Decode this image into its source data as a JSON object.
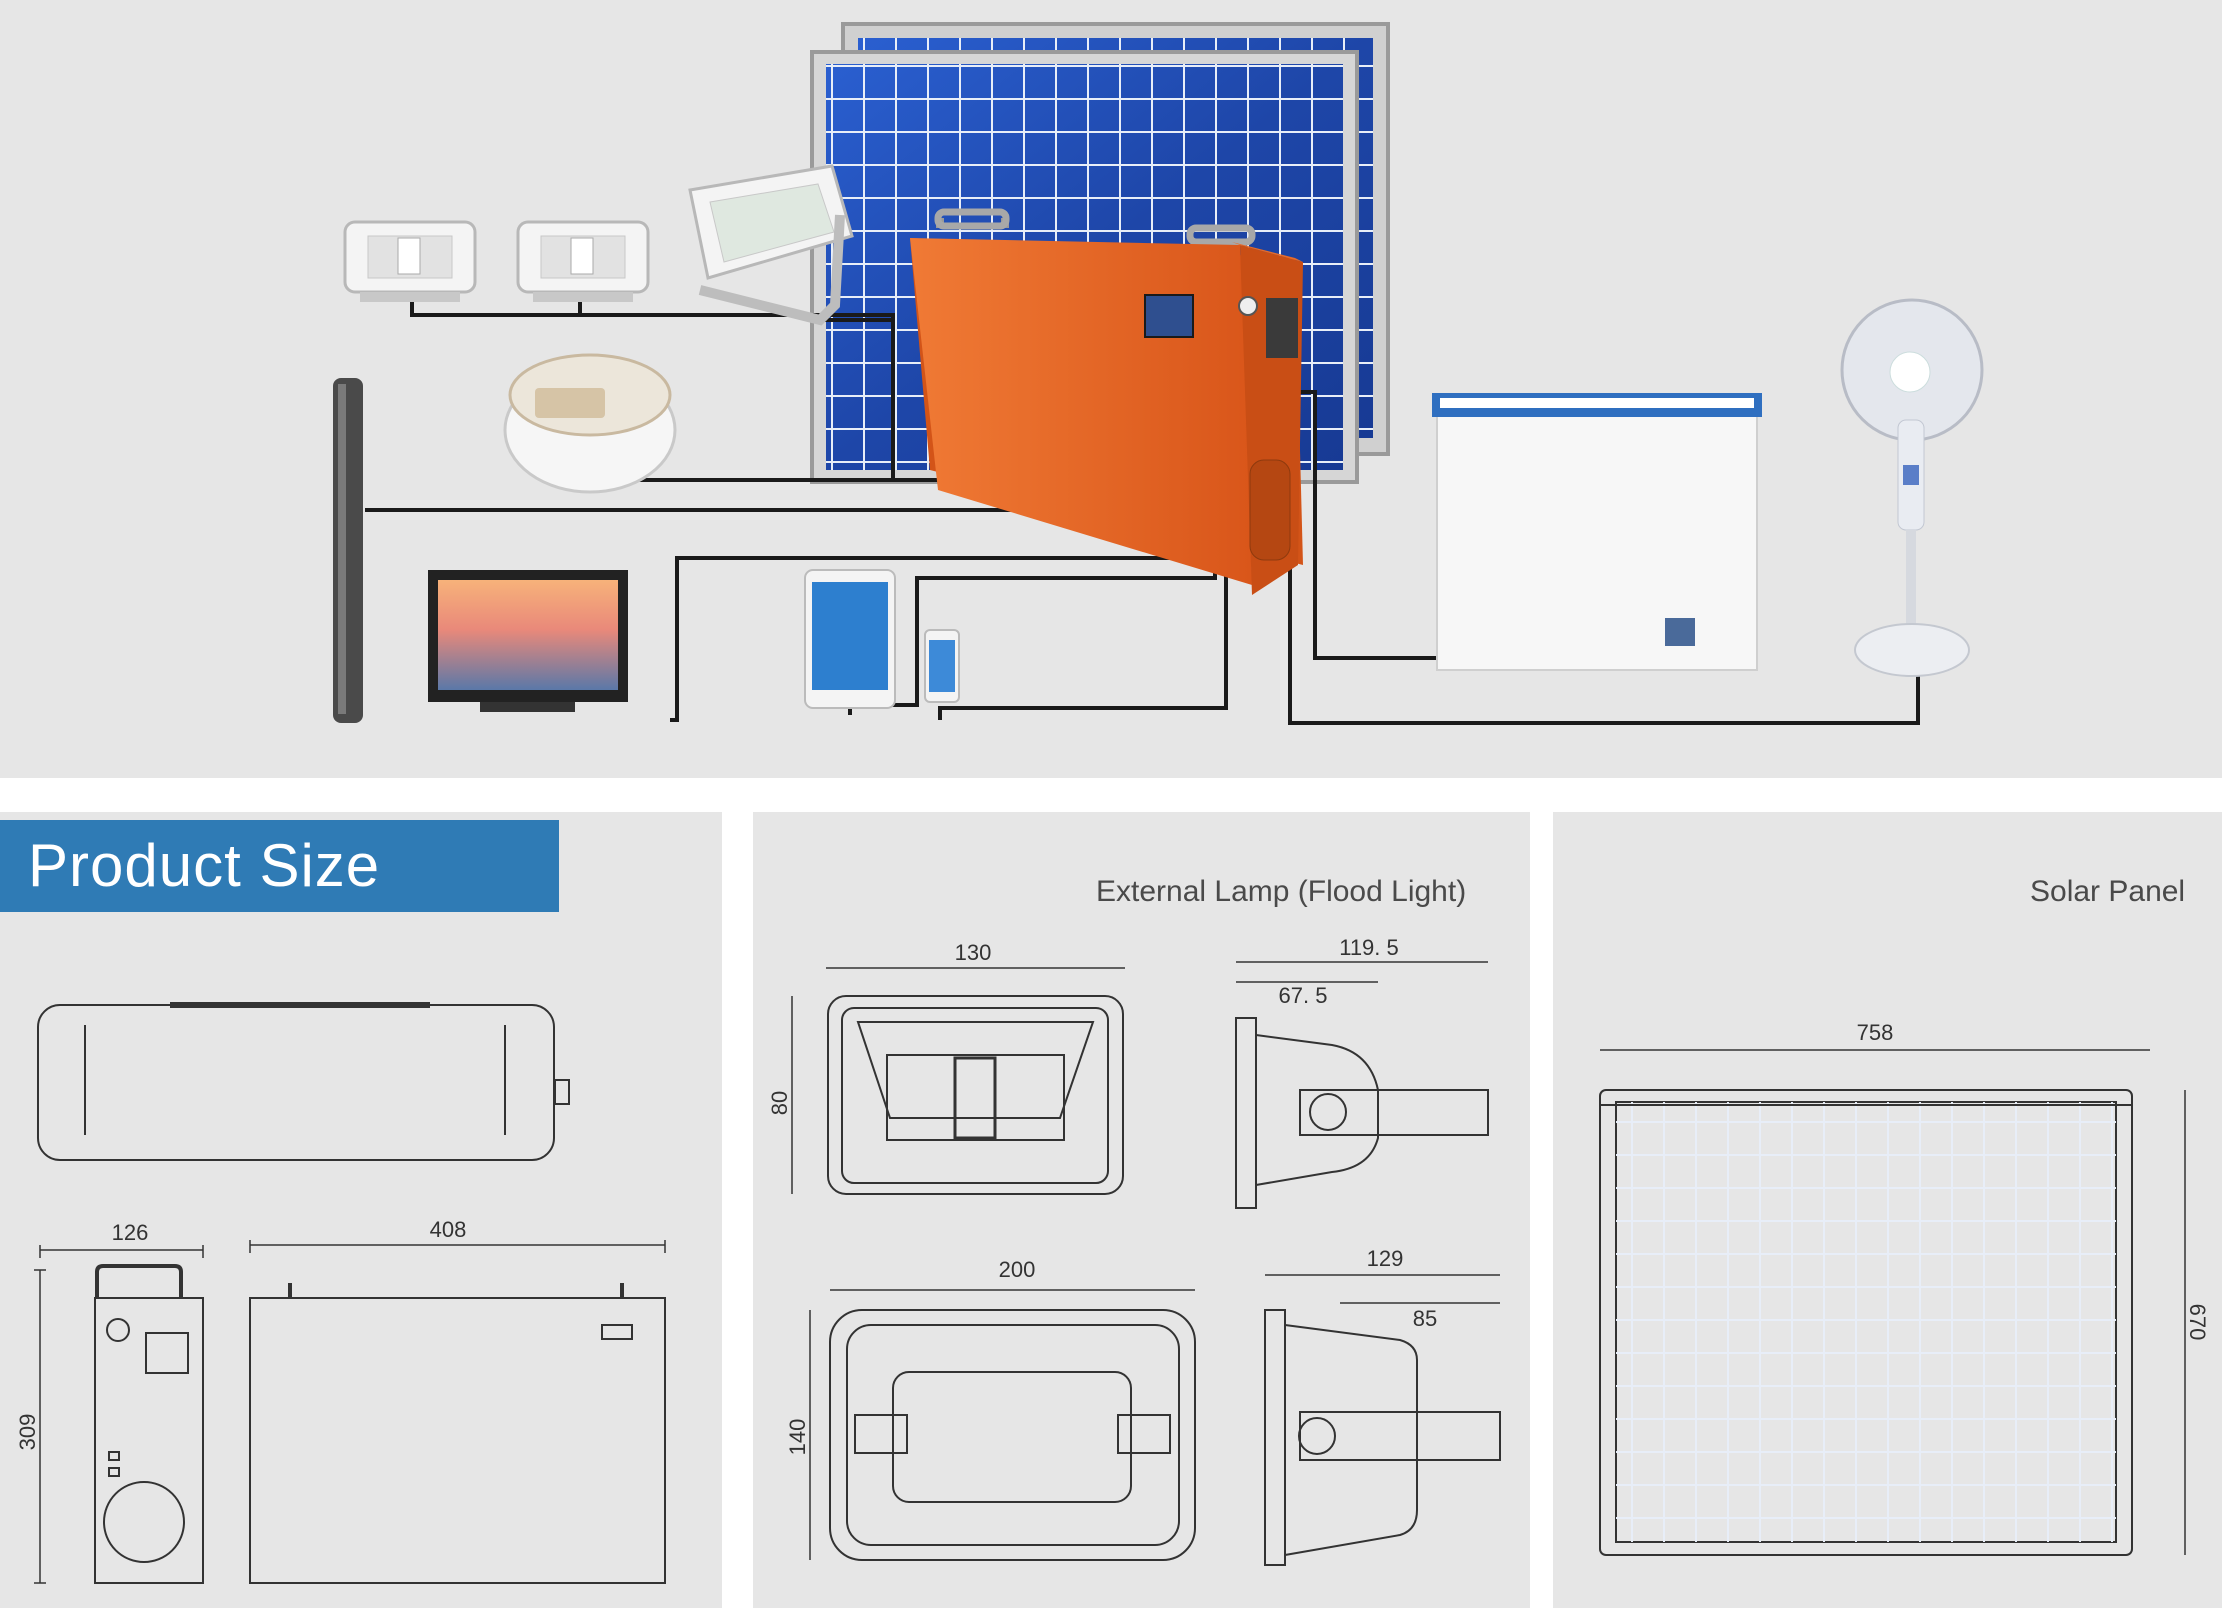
{
  "banner": {
    "title": "Product Size"
  },
  "panels": {
    "lamp_title": "External Lamp (Flood Light)",
    "solar_title": "Solar Panel"
  },
  "colors": {
    "background": "#e6e6e6",
    "banner_blue": "#2f7bb5",
    "battery_box_orange": "#e8641f",
    "solar_cell_blue": "#1f4fb5",
    "wire": "#1a1a1a"
  },
  "devices": [
    "flood-light",
    "flood-light",
    "flood-light",
    "rice-cooker",
    "water-pump",
    "television",
    "tablet",
    "smartphone",
    "chest-freezer",
    "standing-fan",
    "solar-panel",
    "battery-power-box"
  ],
  "dimensions": {
    "main_box": {
      "depth": "126",
      "length": "408",
      "height": "309"
    },
    "lamp_small": {
      "width": "130",
      "height": "80",
      "side_total": "119. 5",
      "side_inner": "67. 5"
    },
    "lamp_large": {
      "width": "200",
      "height": "140",
      "side_total": "129",
      "side_inner": "85"
    },
    "solar_panel": {
      "width": "758",
      "height": "670"
    }
  }
}
